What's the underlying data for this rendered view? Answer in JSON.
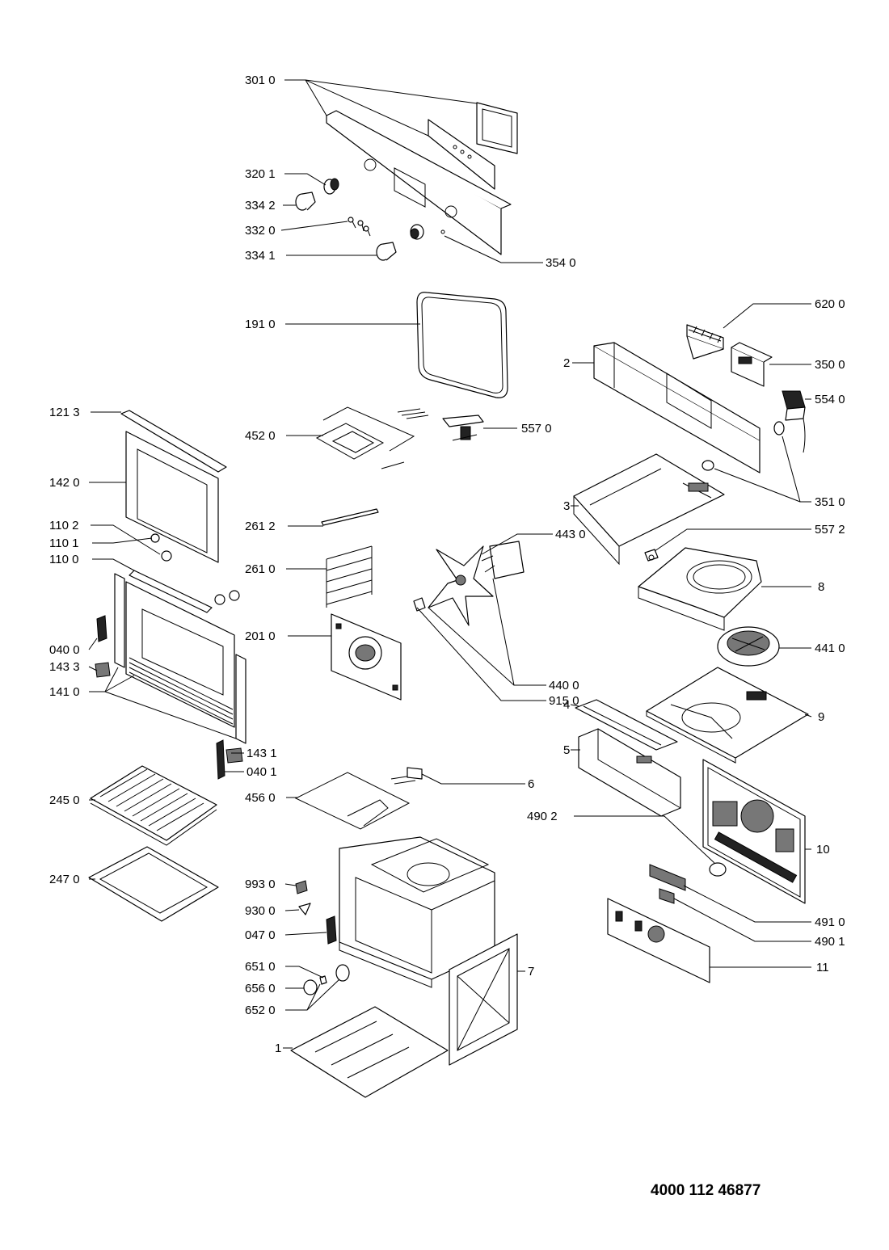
{
  "document_code": "4000 112 46877",
  "labels": {
    "p3010": "301 0",
    "p3201": "320 1",
    "p3342": "334 2",
    "p3320": "332 0",
    "p3341": "334 1",
    "p3540": "354 0",
    "p1910": "191 0",
    "p6200": "620 0",
    "p2": "2",
    "p3500": "350 0",
    "p5540": "554 0",
    "p1213": "121 3",
    "p4520": "452 0",
    "p5570": "557 0",
    "p1420": "142 0",
    "p3": "3",
    "p3510": "351 0",
    "p2612": "261 2",
    "p5572": "557 2",
    "p1102": "110 2",
    "p4430": "443 0",
    "p1101": "110 1",
    "p2610": "261 0",
    "p1100": "110 0",
    "p8": "8",
    "p2010": "201 0",
    "p0400": "040 0",
    "p4410": "441 0",
    "p4400": "440 0",
    "p1433": "143 3",
    "p9150": "915 0",
    "p1410": "141 0",
    "p4": "4",
    "p9": "9",
    "p5": "5",
    "p1431": "143 1",
    "p0401": "040 1",
    "p6": "6",
    "p2450": "245 0",
    "p4560": "456 0",
    "p4902": "490 2",
    "p10": "10",
    "p2470": "247 0",
    "p9930": "993 0",
    "p4910": "491 0",
    "p9300": "930 0",
    "p4901": "490 1",
    "p0470": "047 0",
    "p6510": "651 0",
    "p7": "7",
    "p11": "11",
    "p6560": "656 0",
    "p6520": "652 0",
    "p1": "1"
  }
}
